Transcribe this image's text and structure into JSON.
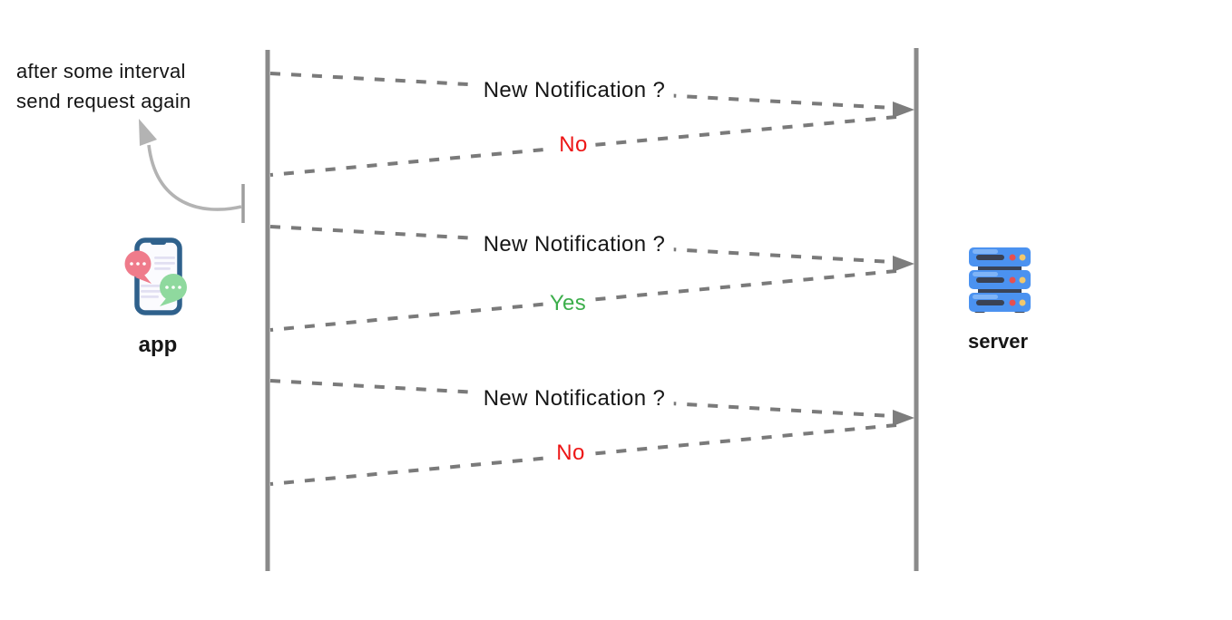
{
  "diagram": {
    "title_hint": "polling sequence diagram between app and server",
    "annotation": {
      "line1": "after some interval",
      "line2": "send request again"
    },
    "actors": {
      "app": {
        "label": "app",
        "icon": "chat-phone-icon"
      },
      "server": {
        "label": "server",
        "icon": "server-rack-icon"
      }
    },
    "exchanges": [
      {
        "request": "New Notification ?",
        "response": "No",
        "response_color": "#ed1616"
      },
      {
        "request": "New Notification ?",
        "response": "Yes",
        "response_color": "#3cae4b"
      },
      {
        "request": "New Notification ?",
        "response": "No",
        "response_color": "#ed1616"
      }
    ],
    "colors": {
      "lifeline": "#8a8a8a",
      "dash": "#7a7a7a",
      "arrowhead": "#7d7d7d",
      "annotation_arrow": "#b3b3b3",
      "text": "#161616",
      "response_no": "#ed1616",
      "response_yes": "#3cae4b",
      "phone_border": "#2f618c",
      "phone_screen": "#fbfbfe",
      "screen_lines": "#e2e0f2",
      "bubble_pink": "#ef7b8b",
      "bubble_green": "#8fd99e",
      "server_blue": "#4b92f0",
      "server_highlight": "#7fb4f7",
      "server_dark": "#3a4458",
      "led_red": "#e7504f",
      "led_yellow": "#f2c76d"
    }
  }
}
